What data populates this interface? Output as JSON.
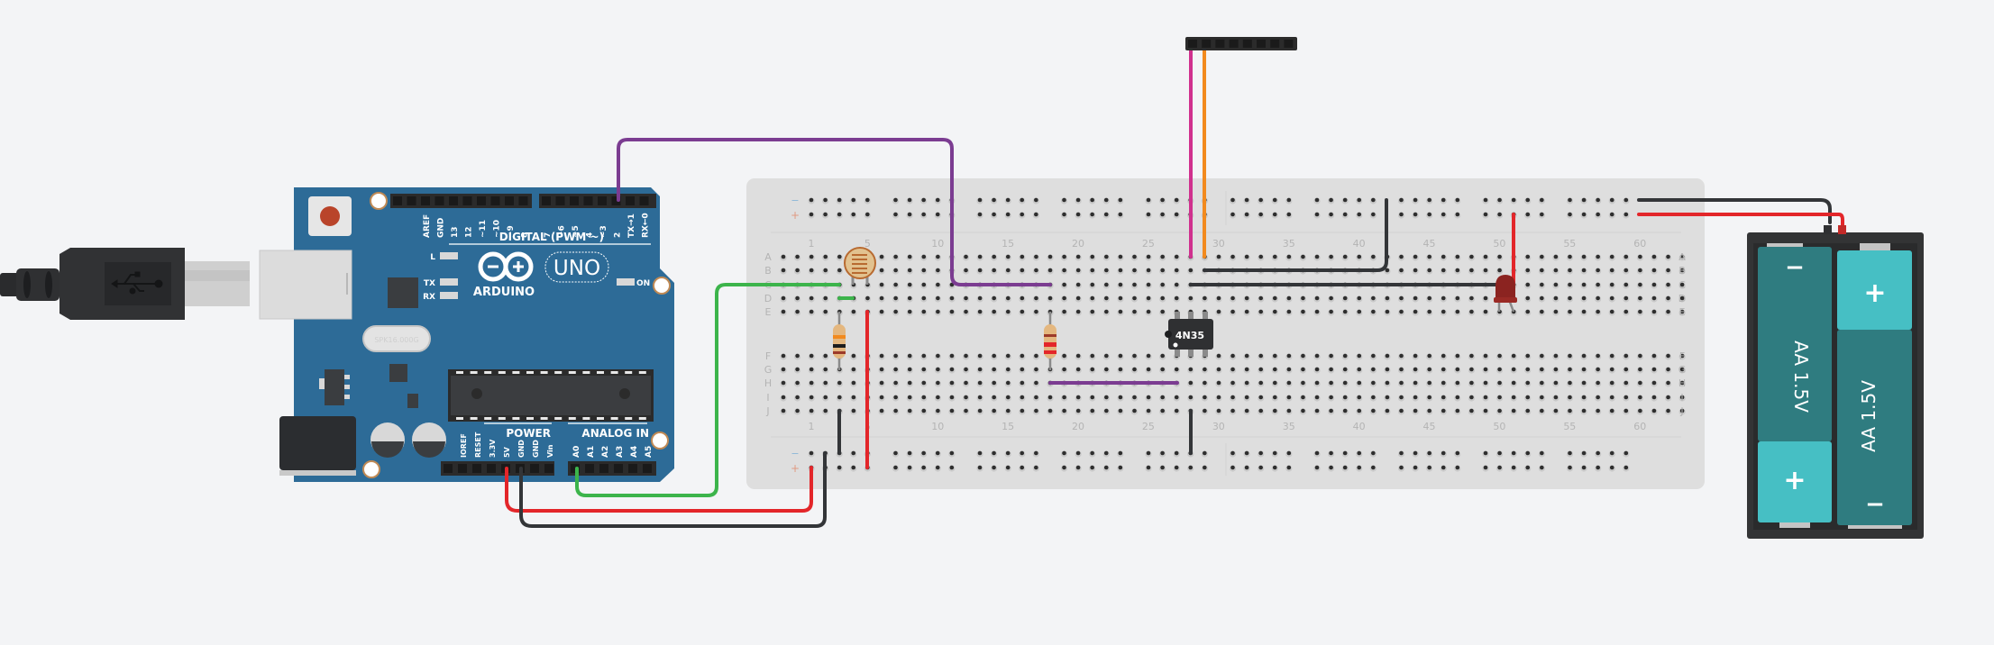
{
  "app": {
    "canvas": "circuit-workspace"
  },
  "arduino": {
    "brand": "ARDUINO",
    "model": "UNO",
    "on_label": "ON",
    "led_labels": [
      "L",
      "TX",
      "RX"
    ],
    "crystal_label": "SPK16.000G",
    "digital_header_title": "DIGITAL (PWM ~)",
    "digital_pins": [
      "AREF",
      "GND",
      "13",
      "12",
      "~11",
      "~10",
      "~9",
      "8",
      "7",
      "~6",
      "~5",
      "4",
      "~3",
      "2",
      "TX→1",
      "RX←0"
    ],
    "power_title": "POWER",
    "power_pins": [
      "IOREF",
      "RESET",
      "3.3V",
      "5V",
      "GND",
      "GND",
      "Vin"
    ],
    "analog_title": "ANALOG IN",
    "analog_pins": [
      "A0",
      "A1",
      "A2",
      "A3",
      "A4",
      "A5"
    ]
  },
  "breadboard": {
    "row_labels_top": [
      "A",
      "B",
      "C",
      "D",
      "E"
    ],
    "row_labels_bottom": [
      "F",
      "G",
      "H",
      "I",
      "J"
    ],
    "column_labels": [
      "1",
      "5",
      "10",
      "15",
      "20",
      "25",
      "30",
      "35",
      "40",
      "45",
      "50",
      "55",
      "60"
    ],
    "rail_minus": "−",
    "rail_plus": "+"
  },
  "components": {
    "optocoupler": {
      "label": "4N35"
    },
    "battery_left": {
      "label": "AA 1.5V",
      "top_symbol": "−",
      "bottom_symbol": "+"
    },
    "battery_right": {
      "label": "AA 1.5V",
      "top_symbol": "+",
      "bottom_symbol": "−"
    },
    "photoresistor": {
      "label": "photoresistor"
    },
    "led": {
      "label": "red LED"
    },
    "resistors": [
      "resistor-1",
      "resistor-2"
    ],
    "header": {
      "pins": 8
    }
  },
  "wire_colors": {
    "purple": "#7b3c91",
    "green": "#3cb44b",
    "red": "#e3262a",
    "black": "#333538",
    "magenta": "#d0308e",
    "orange": "#f28a1e"
  }
}
